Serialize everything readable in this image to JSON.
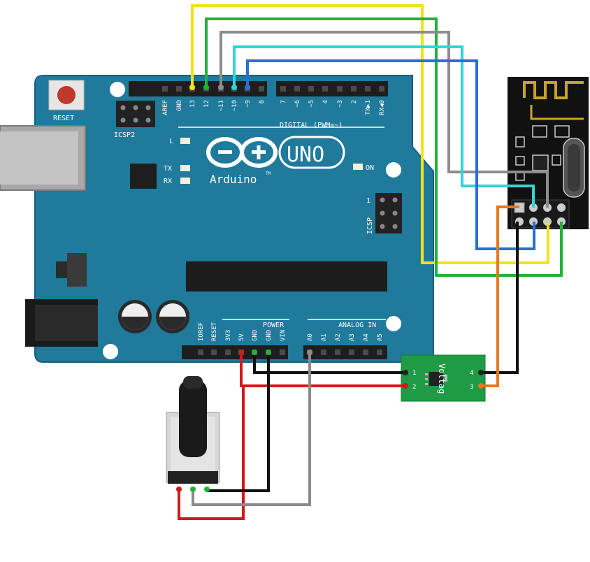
{
  "board": {
    "reset_label": "RESET",
    "icsp2_label": "ICSP2",
    "icsp_label": "ICSP",
    "icsp_pin1": "1",
    "led_l": "L",
    "led_tx": "TX",
    "led_rx": "RX",
    "led_on": "ON",
    "logo_text": "Arduino",
    "tm": "TM",
    "model": "UNO",
    "digital_label": "DIGITAL (PWM=~)",
    "power_label": "POWER",
    "analog_label": "ANALOG IN",
    "digital_pins": [
      "AREF",
      "GND",
      "13",
      "12",
      "~11",
      "~10",
      "~9",
      "8",
      "7",
      "~6",
      "~5",
      "4",
      "~3",
      "2",
      "TX▶1",
      "RX◀0"
    ],
    "power_pins": [
      "IOREF",
      "RESET",
      "3V3",
      "5V",
      "GND",
      "GND",
      "VIN"
    ],
    "analog_pins": [
      "A0",
      "A1",
      "A2",
      "A3",
      "A4",
      "A5"
    ]
  },
  "voltage_module": {
    "label": "Voltag",
    "pin1": "1",
    "pin2": "2",
    "pin3": "3",
    "pin4": "4"
  },
  "colors": {
    "board": "#1f7a9c",
    "wire_yellow": "#f2e21c",
    "wire_green": "#22b33a",
    "wire_gray": "#8c8c8c",
    "wire_cyan": "#2fd6d6",
    "wire_blue": "#2a6fd6",
    "wire_red": "#d11a1a",
    "wire_black": "#111111",
    "wire_orange": "#e8761c",
    "module_green": "#1f9a45",
    "rf_module": "#111111"
  }
}
